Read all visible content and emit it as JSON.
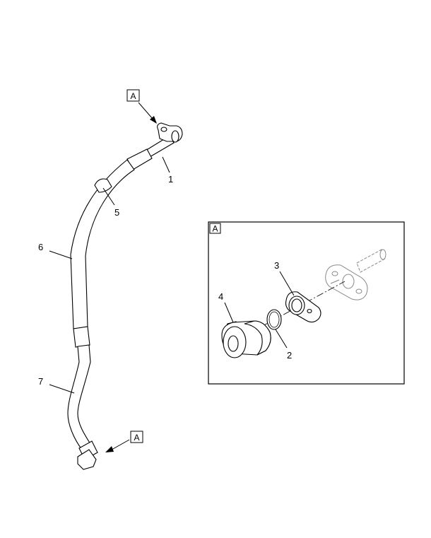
{
  "view_refs": {
    "top": "A",
    "bottom": "A",
    "detail_box": "A"
  },
  "callouts": {
    "c1": "1",
    "c2": "2",
    "c3": "3",
    "c4": "4",
    "c5": "5",
    "c6": "6",
    "c7": "7"
  },
  "colors": {
    "line": "#000000",
    "ghost_line": "#888888",
    "background": "#ffffff"
  }
}
